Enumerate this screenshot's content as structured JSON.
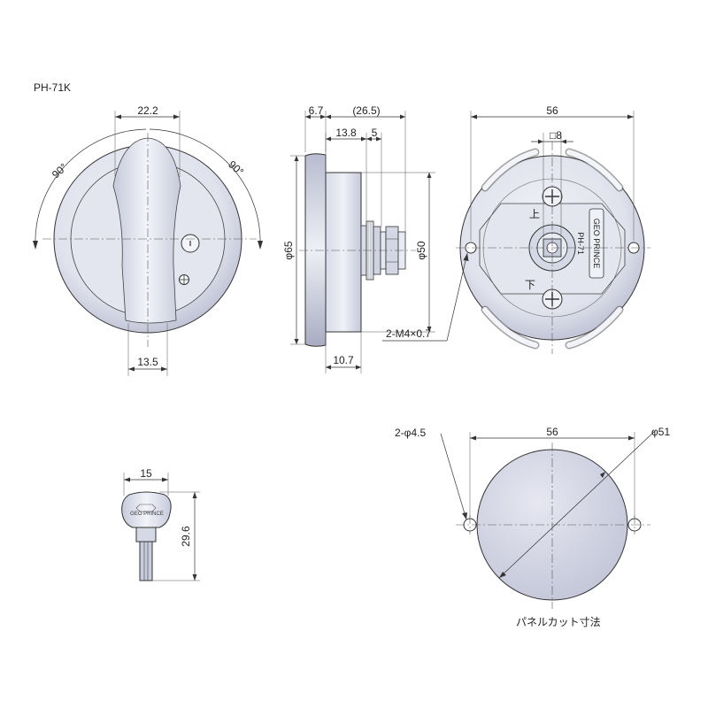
{
  "model": "PH-71K",
  "front_view": {
    "dim_top": "22.2",
    "dim_bottom": "13.5",
    "angle_left": "90°",
    "angle_right": "90°"
  },
  "side_view": {
    "dim_flange": "6.7",
    "dim_depth_total": "(26.5)",
    "dim_thread": "13.8",
    "dim_nut": "5",
    "dim_body": "10.7",
    "dim_outer_dia": "φ65",
    "dim_inner_dia": "φ50"
  },
  "rear_view": {
    "dim_width": "56",
    "dim_square": "□8",
    "mark_up": "上",
    "mark_down": "下",
    "brand_text": "GEO PRINCE",
    "model_text": "PH-71",
    "thread_callout": "2-M4×0.7"
  },
  "key_view": {
    "dim_width": "15",
    "dim_height": "29.6",
    "key_text": "GEO PRINCE"
  },
  "panel_cut": {
    "dim_width": "56",
    "dim_hole": "2-φ4.5",
    "dim_dia": "φ51",
    "caption": "パネルカット寸法"
  },
  "colors": {
    "metal_light": "#e8e9f3",
    "metal_mid": "#c9cbdc",
    "metal_dark": "#9a9db2",
    "line": "#333333"
  }
}
